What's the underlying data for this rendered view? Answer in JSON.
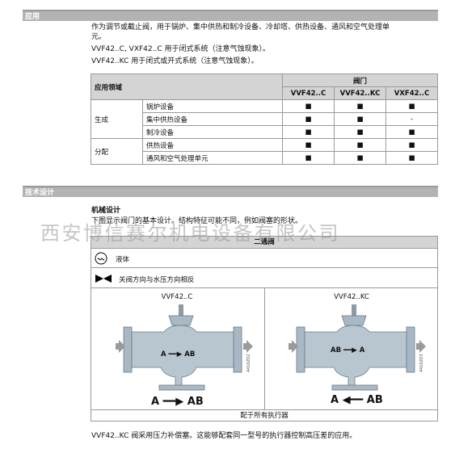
{
  "section_application": {
    "title": "应用",
    "desc_line1": "作为调节或截止阀，用于锅炉、集中供热和制冷设备、冷却塔、供热设备、通风和空气处理单",
    "desc_line2": "元。",
    "line_c": "VVF42..C, VXF42..C 用于闭式系统（注意气蚀现象）。",
    "line_kc": "VVF42..KC 用于闭式或开式系统（注意气蚀现象）。"
  },
  "table": {
    "header_field": "应用领域",
    "header_valve": "阀门",
    "columns": [
      "VVF42..C",
      "VVF42..KC",
      "VXF42..C"
    ],
    "groups": [
      {
        "name": "生成",
        "rows": [
          {
            "label": "锅炉设备",
            "marks": [
              "■",
              "■",
              "■"
            ]
          },
          {
            "label": "集中供热设备",
            "marks": [
              "■",
              "■",
              "-"
            ]
          },
          {
            "label": "制冷设备",
            "marks": [
              "■",
              "■",
              "■"
            ]
          }
        ]
      },
      {
        "name": "分配",
        "rows": [
          {
            "label": "供热设备",
            "marks": [
              "■",
              "■",
              "■"
            ]
          },
          {
            "label": "通风和空气处理单元",
            "marks": [
              "■",
              "■",
              "■"
            ]
          }
        ]
      }
    ]
  },
  "section_design": {
    "title": "技术设计",
    "subtitle": "机械设计",
    "intro": "下图显示阀门的基本设计。结构特征可能不同，例如阀塞的形状。"
  },
  "watermark": "西安博信赛尔机电设备有限公司",
  "design_box": {
    "header": "二通阀",
    "legend_fluid": "液体",
    "legend_close": "关阀方向与水压方向相反",
    "left_model": "VVF42..C",
    "right_model": "VVF42..KC",
    "left_flow_small": "A ━━▶ AB",
    "left_flow_big": "A ━━▶ AB",
    "right_flow_small": "AB ━━▶ A",
    "right_flow_big": "A ◀━━ AB",
    "left_code": "4416Z02",
    "right_code": "4416Z03",
    "footer": "配于所有执行器"
  },
  "closing": "VVF42..KC 阀采用压力补偿塞。这能够配套同一型号的执行器控制高压差的应用。",
  "colors": {
    "section_bar": "#b3b3b3",
    "header_fill": "#d4d4d4",
    "valve_body": "#a8b8c4",
    "flow_arrow": "#9a9a9a"
  }
}
